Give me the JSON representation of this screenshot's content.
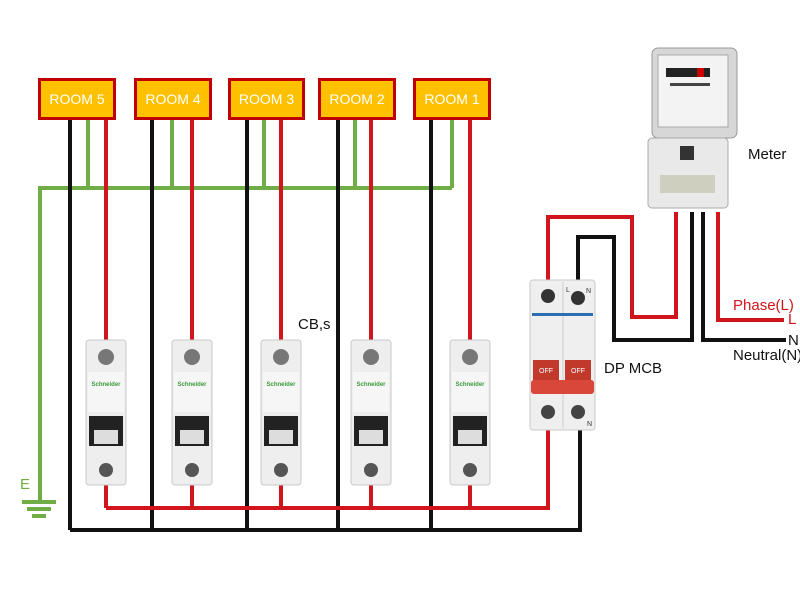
{
  "rooms": [
    "ROOM 5",
    "ROOM 4",
    "ROOM 3",
    "ROOM 2",
    "ROOM 1"
  ],
  "labels": {
    "breakers": "CB,s",
    "dp_mcb": "DP MCB",
    "meter": "Meter",
    "phase": "Phase(L)",
    "phase_short": "L",
    "neutral_short": "N",
    "neutral": "Neutral(N)",
    "earth": "E"
  },
  "mcb_terminals": {
    "line": "L",
    "neutral": "N"
  },
  "breaker_brand": "Schneider",
  "dp_mcb_switch": "OFF",
  "colors": {
    "phase": "#d0151c",
    "neutral": "#111111",
    "earth": "#70ad47",
    "room_fill": "#ffc000",
    "room_border": "#c00000"
  }
}
